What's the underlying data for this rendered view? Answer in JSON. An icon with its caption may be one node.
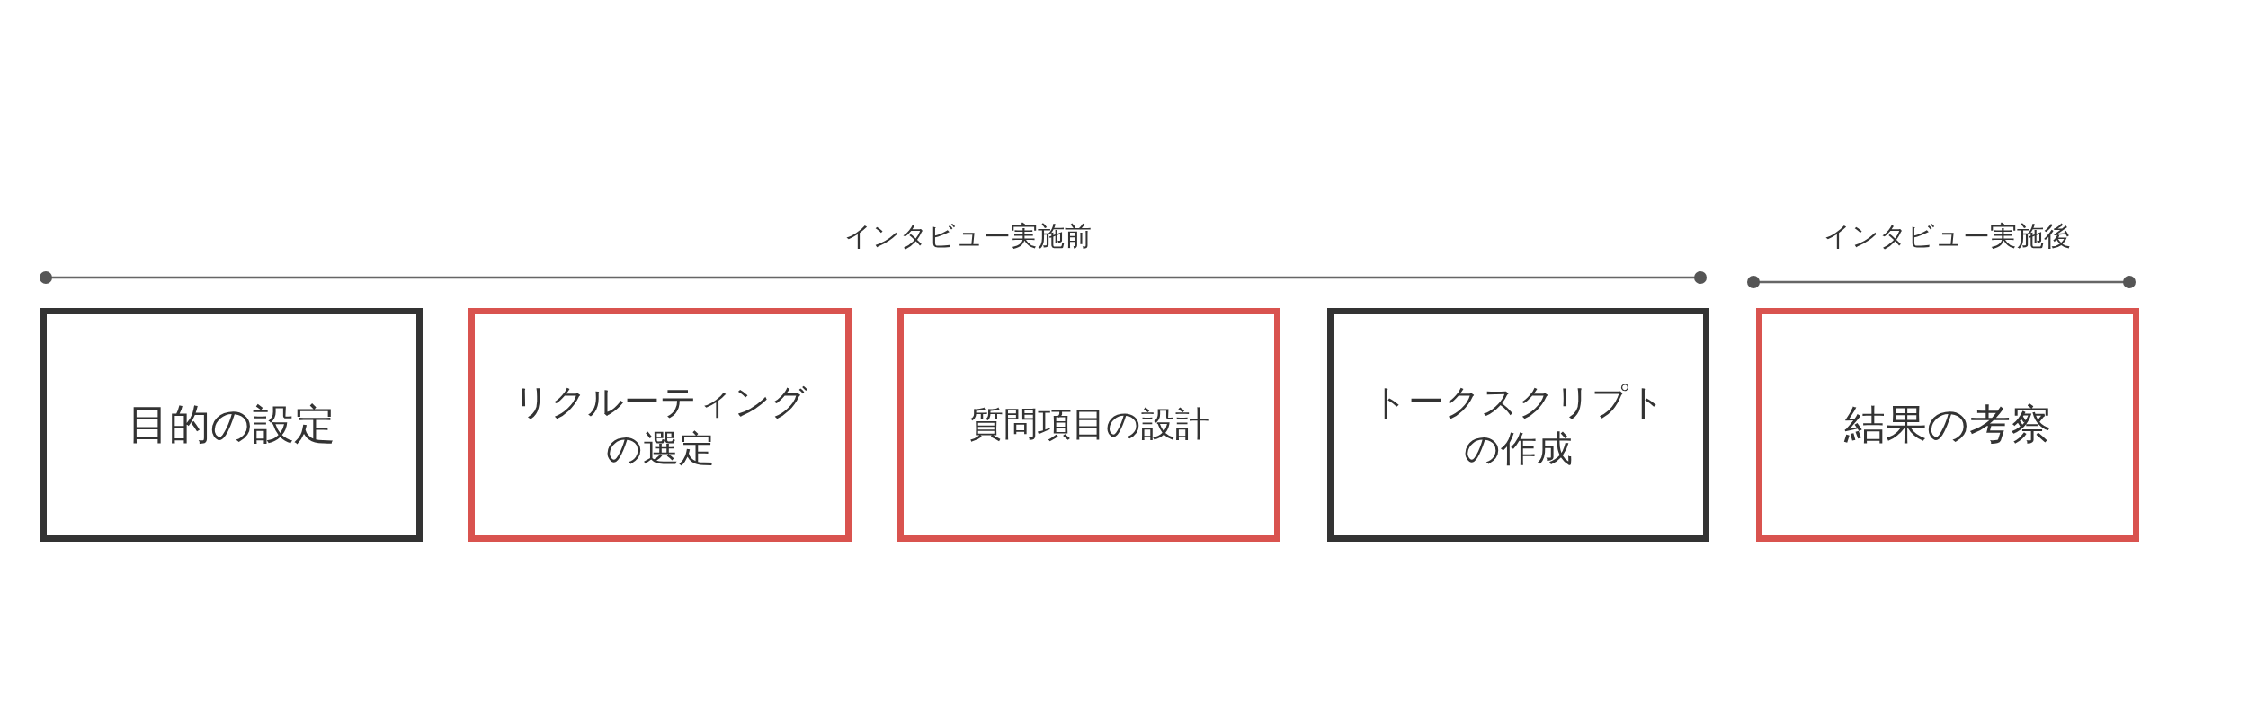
{
  "diagram": {
    "nodes": [
      {
        "text": [
          "目的の設定"
        ]
      },
      {
        "text": [
          "リクルーティングの選定"
        ]
      },
      {
        "text": [
          "質問項目の設計"
        ]
      },
      {
        "text": [
          "トークスクリプトの作成"
        ]
      },
      {
        "text": [
          "結果の考察"
        ]
      }
    ],
    "labels": [
      "インタビュー実施前",
      "インタビュー実施後"
    ]
  }
}
